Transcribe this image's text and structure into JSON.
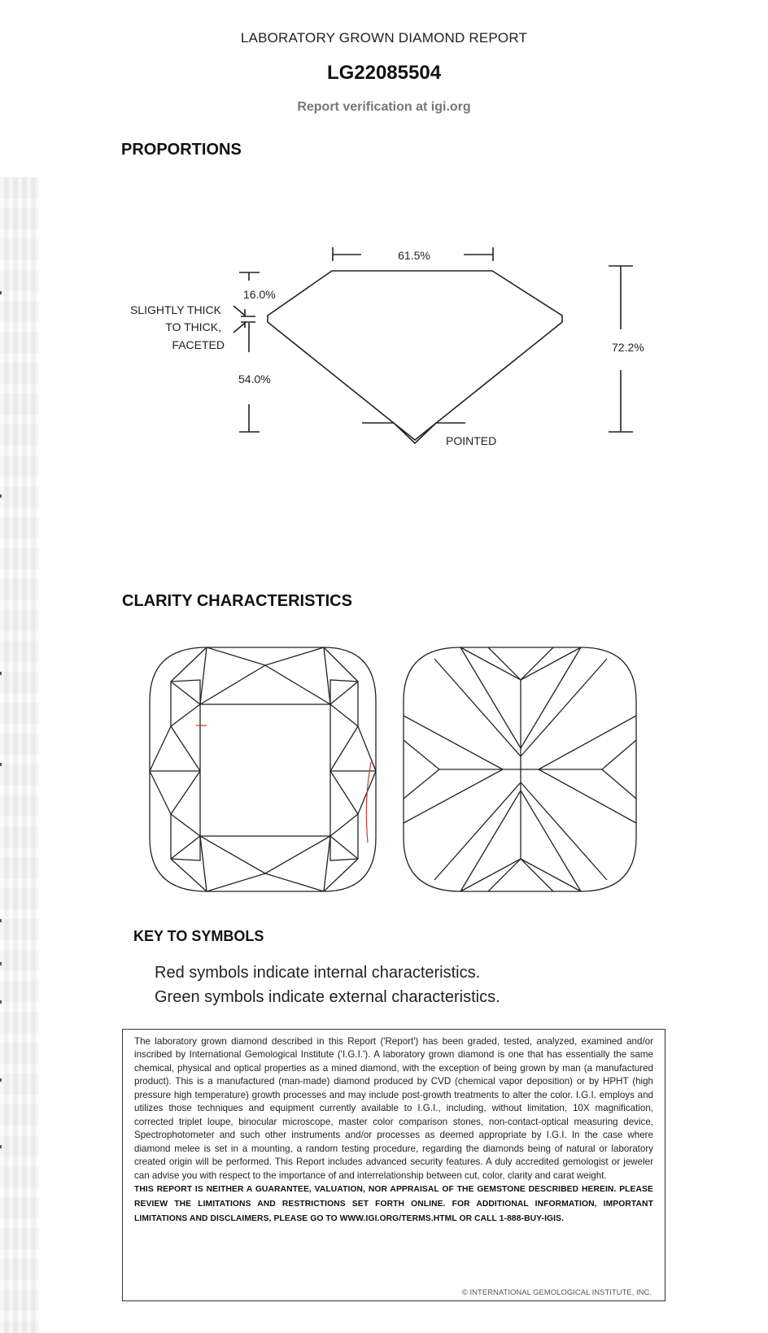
{
  "header": {
    "report_type": "LABORATORY GROWN DIAMOND REPORT",
    "report_number": "LG22085504",
    "verification": "Report verification at igi.org"
  },
  "proportions": {
    "title": "PROPORTIONS",
    "table": "61.5%",
    "crown": "16.0%",
    "girdle_line1": "SLIGHTLY THICK",
    "girdle_line2": "TO THICK,",
    "girdle_line3": "FACETED",
    "pavilion": "54.0%",
    "total_depth": "72.2%",
    "culet": "POINTED"
  },
  "clarity": {
    "title": "CLARITY CHARACTERISTICS"
  },
  "key": {
    "title": "KEY TO SYMBOLS",
    "red_line": "Red symbols indicate internal characteristics.",
    "green_line": "Green symbols indicate external characteristics."
  },
  "colors": {
    "internal_symbol": "#c0392b",
    "line": "#222222"
  },
  "disclaimer": {
    "body": "The laboratory grown diamond described in this Report ('Report') has been graded, tested, analyzed, examined and/or inscribed by International Gemological Institute ('I.G.I.'). A laboratory grown diamond is one that has essentially the same chemical, physical and optical properties as a mined diamond, with the exception of being grown by man (a manufactured product). This is a manufactured (man-made) diamond produced by CVD (chemical vapor deposition) or by HPHT (high pressure high temperature) growth processes and may include post-growth treatments to alter the color. I.G.I. employs and utilizes those techniques and equipment currently available to I.G.I., including, without limitation, 10X magnification, corrected triplet loupe, binocular microscope, master color comparison stones, non-contact-optical measuring device, Spectrophotometer and such other instruments and/or processes as deemed appropriate by I.G.I. In the case where diamond melee is set in a mounting, a random testing procedure, regarding the diamonds being of natural or laboratory created origin will be performed. This Report includes advanced security features. A duly accredited gemologist or jeweler can advise you with respect to the importance of and interrelationship between cut, color, clarity and carat weight.",
    "bold": "THIS REPORT IS NEITHER A GUARANTEE, VALUATION, NOR APPRAISAL OF THE GEMSTONE DESCRIBED HEREIN. PLEASE REVIEW THE LIMITATIONS AND RESTRICTIONS SET FORTH ONLINE. FOR ADDITIONAL INFORMATION, IMPORTANT LIMITATIONS AND DISCLAIMERS, PLEASE GO TO WWW.IGI.ORG/TERMS.HTML OR CALL 1-888-BUY-IGIS.",
    "copyright": "© INTERNATIONAL GEMOLOGICAL INSTITUTE, INC."
  }
}
